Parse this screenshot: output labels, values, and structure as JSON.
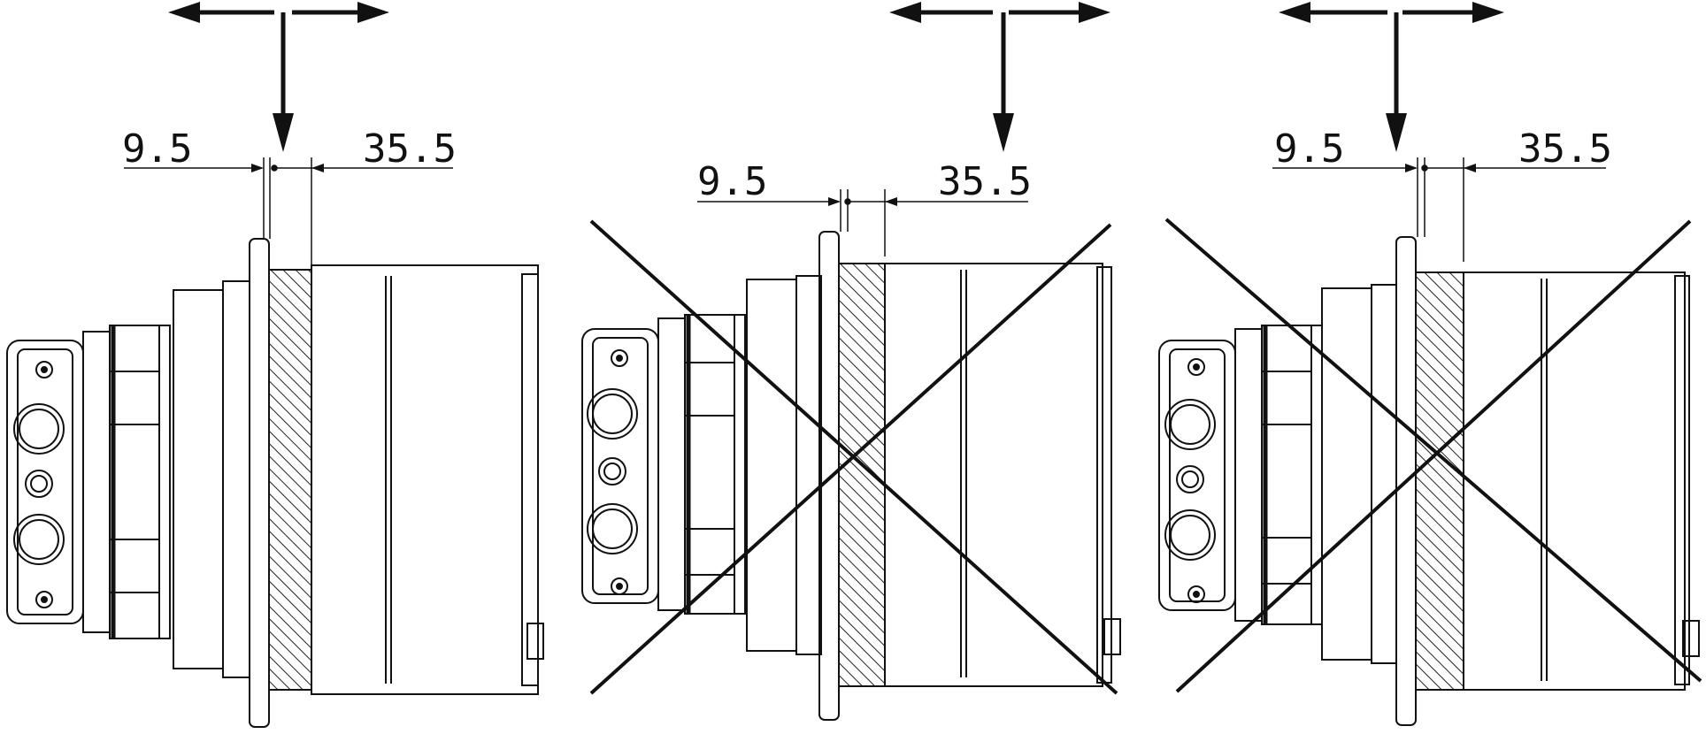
{
  "figures": [
    {
      "id": "correct",
      "crossed_out": false,
      "left_dim": "9.5",
      "right_dim": "35.5"
    },
    {
      "id": "wrong-a",
      "crossed_out": true,
      "left_dim": "9.5",
      "right_dim": "35.5"
    },
    {
      "id": "wrong-b",
      "crossed_out": true,
      "left_dim": "9.5",
      "right_dim": "35.5"
    }
  ],
  "colors": {
    "ink": "#111111",
    "paper": "#ffffff",
    "hatch": "#222222"
  }
}
